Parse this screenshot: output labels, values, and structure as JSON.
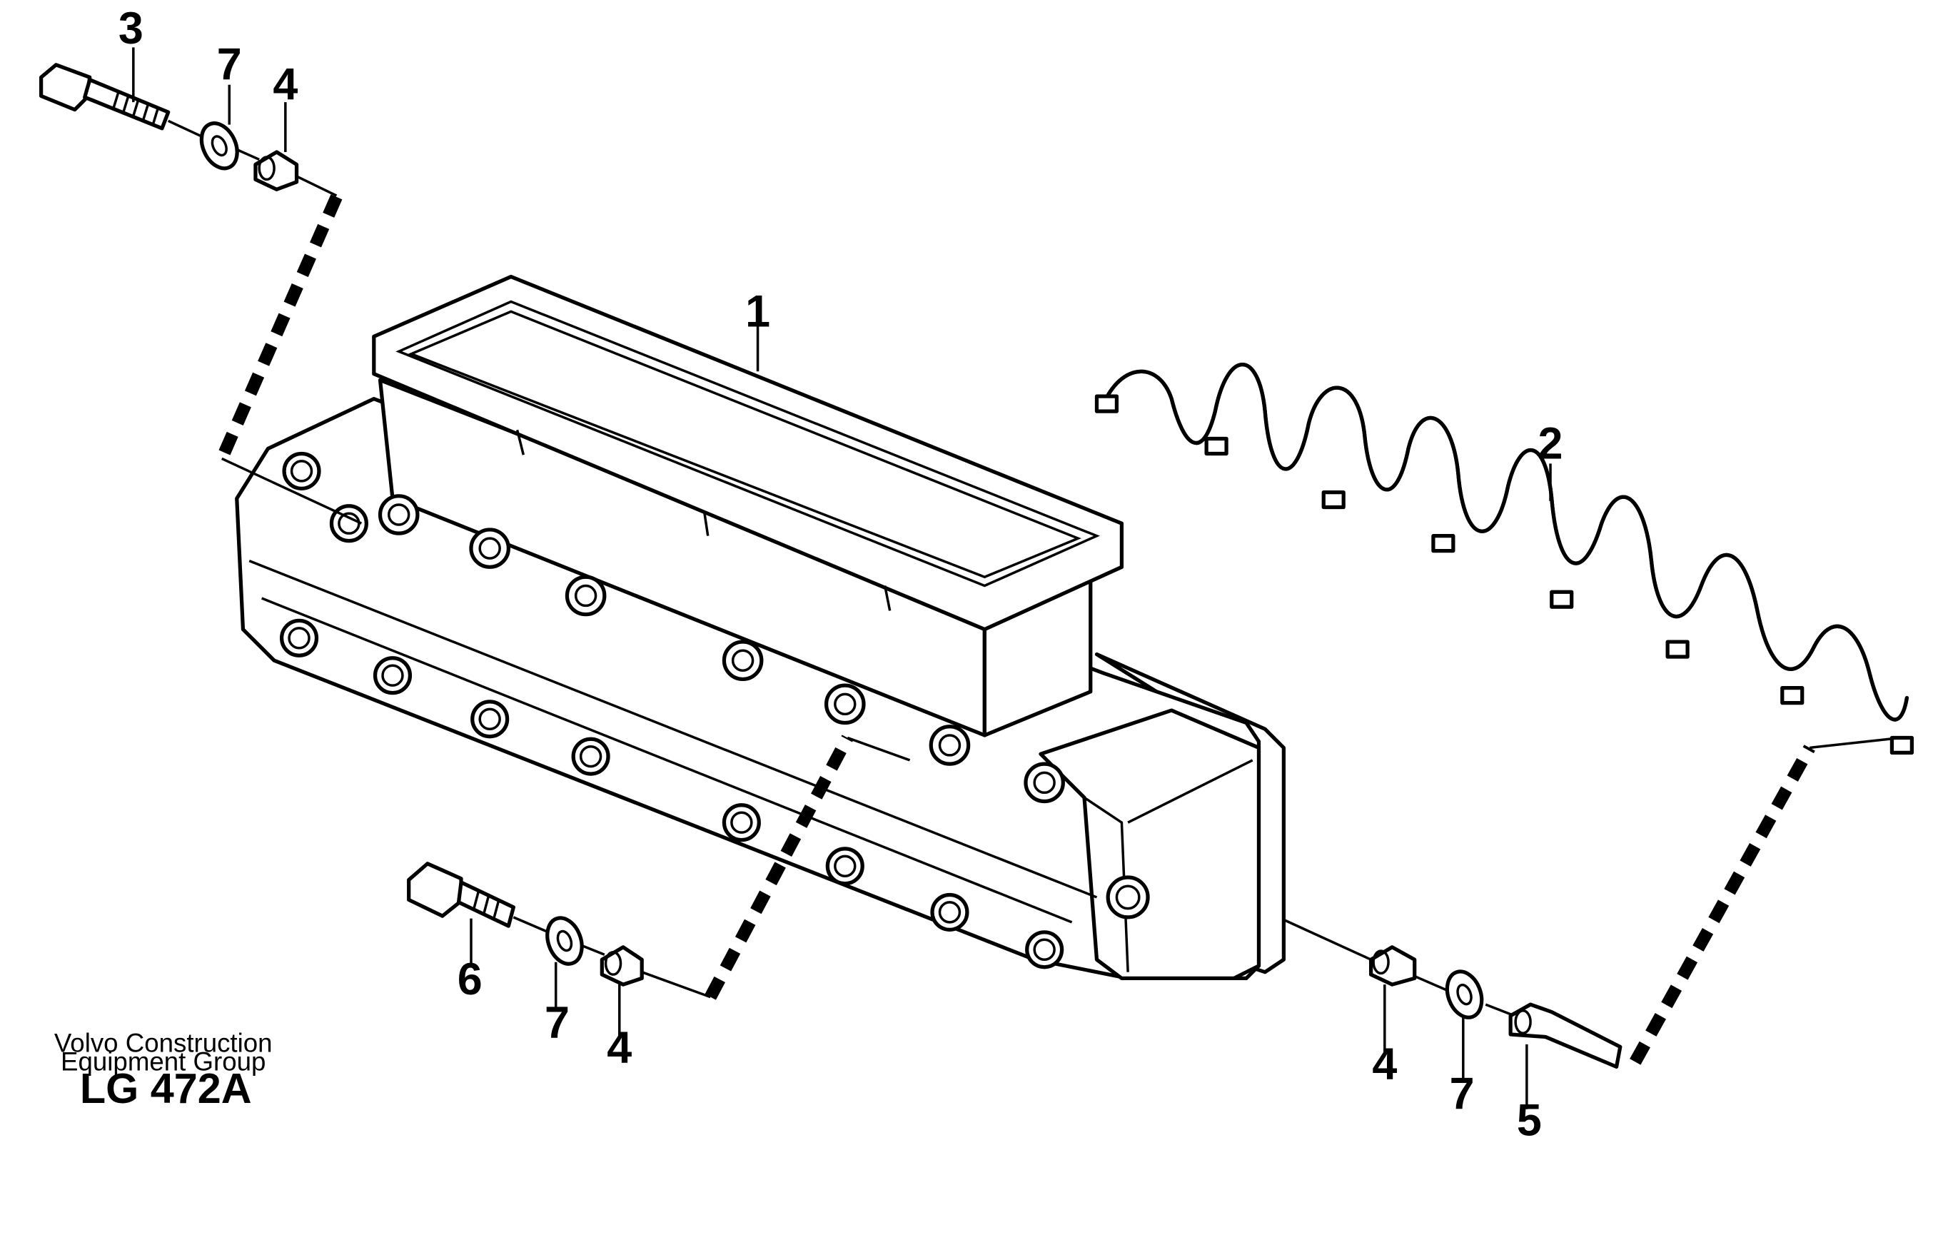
{
  "callouts": {
    "c1": "1",
    "c2": "2",
    "c3": "3",
    "c4_top": "4",
    "c7_top": "7",
    "c6": "6",
    "c7_bottom_left": "7",
    "c4_bottom_left": "4",
    "c4_bottom_right": "4",
    "c7_bottom_right": "7",
    "c5": "5"
  },
  "credit": {
    "line1": "Volvo Construction",
    "line2": "Equipment Group"
  },
  "figure_code": "LG 472A"
}
